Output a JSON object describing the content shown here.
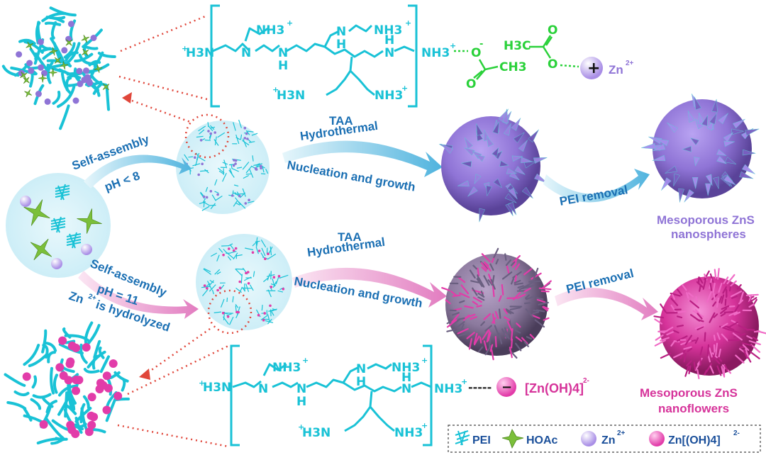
{
  "colors": {
    "cyan": "#19c2d6",
    "purple": "#8f74d6",
    "pink": "#e23ca9",
    "green": "#2ad13a",
    "red_dots": "#e0463a",
    "label_blue": "#1a6fb3"
  },
  "top_molecule": {
    "nh3_a": "NH3",
    "nh3_b": "NH3",
    "h3n_left": "H3N",
    "nh3_right": "NH3",
    "h3n_lower": "H3N",
    "nh3_lower": "NH3",
    "n1": "N",
    "n2": "N",
    "h2": "H",
    "n3": "N",
    "h3": "H",
    "n4": "N",
    "h4": "H",
    "n5": "N",
    "plus": "+"
  },
  "acetate": {
    "o_minus": "O",
    "minus": "-",
    "o_lower": "O",
    "ch3": "CH3",
    "h3c": "H3C",
    "o_upper": "O",
    "o_right": "O"
  },
  "zn_ion": {
    "sign": "+",
    "label": "Zn",
    "charge": "2+"
  },
  "process": {
    "self_assembly_top": "Self-assembly",
    "ph_lt": "pH < 8",
    "taa_top": "TAA",
    "hydrothermal_top": "Hydrothermal",
    "nucleation_top": "Nucleation and growth",
    "pei_removal_top": "PEI removal",
    "result_top_line1": "Mesoporous ZnS",
    "result_top_line2": "nanospheres",
    "self_assembly_bottom": "Self-assembly",
    "ph_11": "pH = 11",
    "zn_hydrolyzed_a": "Zn",
    "zn_hydrolyzed_sup": "2+",
    "zn_hydrolyzed_b": "is hydrolyzed",
    "taa_bottom": "TAA",
    "hydrothermal_bottom": "Hydrothermal",
    "nucleation_bottom": "Nucleation and growth",
    "pei_removal_bottom": "PEI removal",
    "result_bottom_line1": "Mesoporous ZnS",
    "result_bottom_line2": "nanoflowers"
  },
  "bottom_molecule": {
    "nh3_a": "NH3",
    "nh3_b": "NH3",
    "h3n_left": "H3N",
    "nh3_right": "NH3",
    "h3n_lower": "H3N",
    "nh3_lower": "NH3",
    "n1": "N",
    "n2": "N",
    "h2": "H",
    "n3": "N",
    "h3": "H",
    "n4": "N",
    "h4": "H",
    "n5": "N",
    "plus": "+",
    "dashes": "-----",
    "minus": "−",
    "zincate": "[Zn(OH)4]",
    "zincate_charge": "2-"
  },
  "legend": {
    "pei": "PEI",
    "hoac": "HOAc",
    "zn": "Zn",
    "zn_charge": "2+",
    "zincate": "Zn[(OH)4]",
    "zincate_charge": "2-"
  }
}
